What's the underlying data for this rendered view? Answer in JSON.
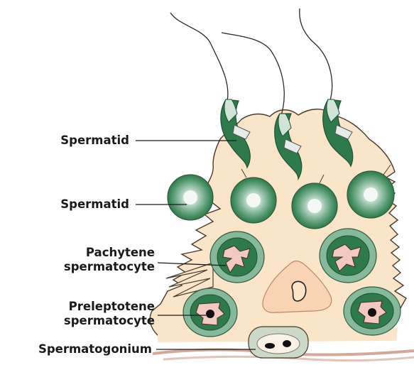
{
  "labels": {
    "spermatid_elongated": "Spermatid",
    "spermatid_round": "Spermatid",
    "pachytene_line1": "Pachytene",
    "pachytene_line2": "spermatocyte",
    "preleptotene_line1": "Preleptotene",
    "preleptotene_line2": "spermatocyte",
    "spermatogonium": "Spermatogonium"
  },
  "colors": {
    "sertoli_cytoplasm": "#fbe5c8",
    "outline": "#4a3a2a",
    "cell_dark_green": "#2f7a4a",
    "cell_mid_green": "#6aa784",
    "cell_light_green": "#cfe3d6",
    "chromatin_pink": "#f2c9c0",
    "basement_membrane": "#d4a79d",
    "nucleus_black": "#111111"
  }
}
